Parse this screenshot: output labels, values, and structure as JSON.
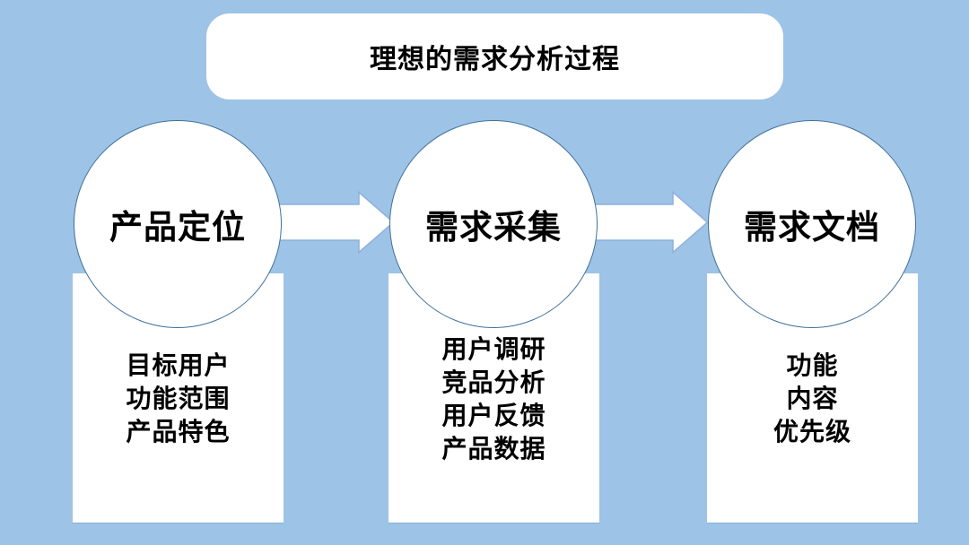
{
  "title": "理想的需求分析过程",
  "colors": {
    "background": "#9DC3E6",
    "shape_fill": "#FFFFFF",
    "circle_border": "#41719C",
    "arrow_border": "#8FAFDC",
    "text": "#000000"
  },
  "stages": [
    {
      "label": "产品定位",
      "items": [
        "目标用户",
        "功能范围",
        "产品特色"
      ]
    },
    {
      "label": "需求采集",
      "items": [
        "用户调研",
        "竞品分析",
        "用户反馈",
        "产品数据"
      ]
    },
    {
      "label": "需求文档",
      "items": [
        "功能",
        "内容",
        "优先级"
      ]
    }
  ]
}
